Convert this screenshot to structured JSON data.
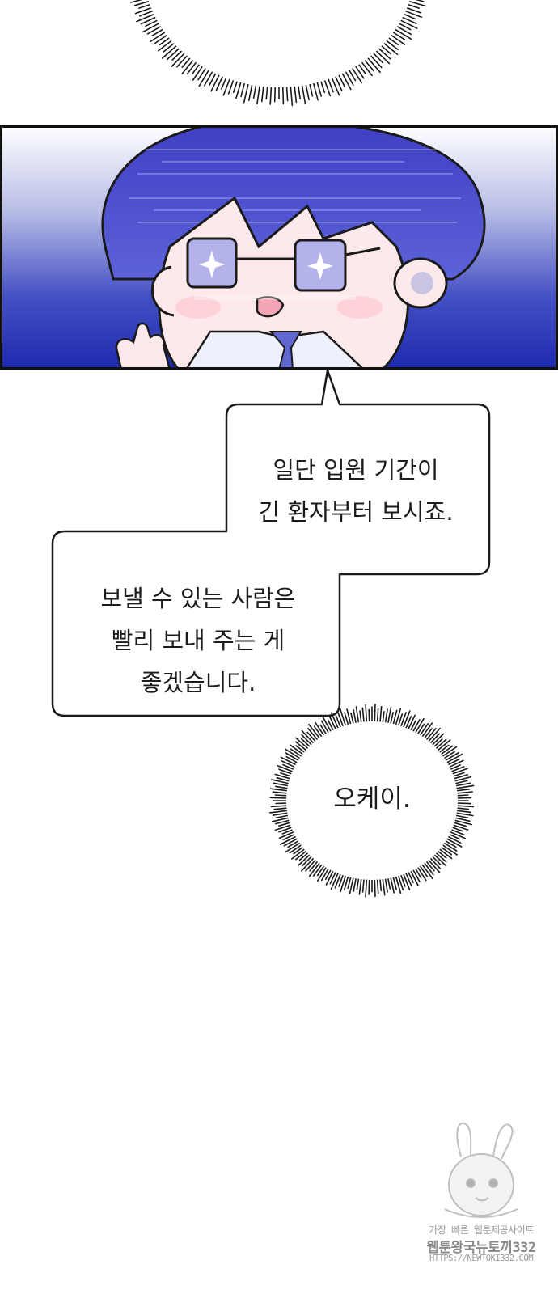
{
  "bubble_1": {
    "lines": "일단 입원 기간이\n긴 환자부터 보시죠."
  },
  "bubble_2": {
    "lines": "보낼 수 있는 사람은\n빨리 보내 주는 게\n좋겠습니다."
  },
  "bubble_3": {
    "text": "오케이."
  },
  "watermark": {
    "line1": "가장 빠른 웹툰제공사이트",
    "line2": "웹툰왕국뉴토끼332",
    "line3": "HTTPS://NEWTOKI332.COM"
  },
  "colors": {
    "panel_gradient_top": "#ffffff",
    "panel_gradient_bottom": "#1f2bb0",
    "hair": "#3d3fbf",
    "skin": "#fde9ea",
    "outline": "#1a1a1a"
  }
}
